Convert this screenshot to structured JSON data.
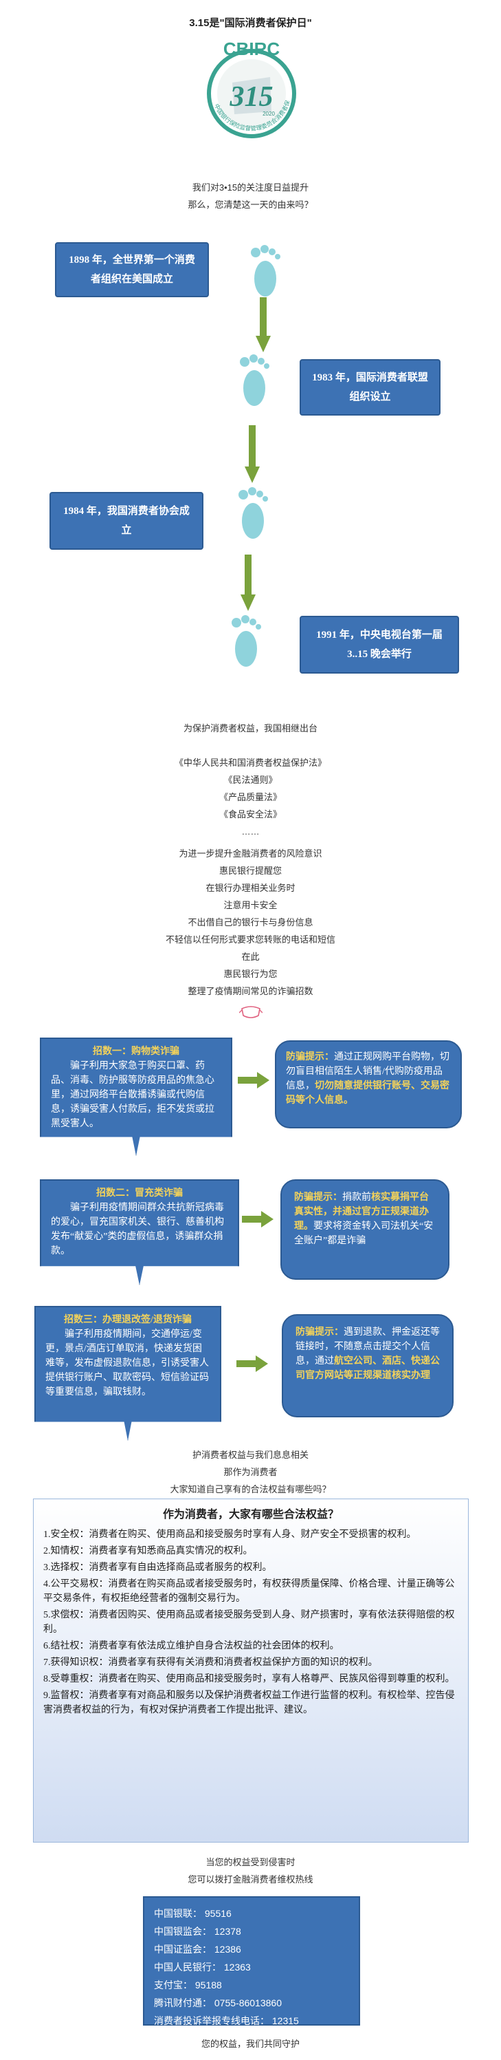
{
  "title": "3.15是\"国际消费者保护日\"",
  "logo": {
    "text": "CBIRC",
    "number": "315",
    "year": "2020",
    "ring_text": "中国银行保险监督管理委员会消费者保护局"
  },
  "intro": [
    "我们对3•15的关注度日益提升",
    "那么，您清楚这一天的由来吗？"
  ],
  "timeline": [
    {
      "text": "1898 年，全世界第一个消费者组织在美国成立"
    },
    {
      "text": "1983 年，国际消费者联盟组织设立"
    },
    {
      "text": "1984 年，我国消费者协会成立"
    },
    {
      "text": "1991 年，中央电视台第一届 3..15 晚会举行"
    }
  ],
  "laws_intro": "为保护消费者权益，我国相继出台",
  "laws": [
    "《中华人民共和国消费者权益保护法》",
    "《民法通则》",
    "《产品质量法》",
    "《食品安全法》",
    "……"
  ],
  "bank_lines": [
    "为进一步提升金融消费者的风险意识",
    "惠民银行提醒您",
    "在银行办理相关业务时",
    "注意用卡安全",
    "不出借自己的银行卡与身份信息",
    "不轻信以任何形式要求您转账的电话和短信",
    "在此",
    "惠民银行为您",
    "整理了疫情期间常见的诈骗招数"
  ],
  "scams": [
    {
      "heading": "招数一：购物类诈骗",
      "body": "骗子利用大家急于购买口罩、药品、消毒、防护服等防疫用品的焦急心里，通过网络平台散播诱骗或代购信息，诱骗受害人付款后，拒不发货或拉黑受害人。",
      "tip_heading": "防骗提示：",
      "tip_body": "通过正规网购平台购物，切勿盲目相信陌生人销售/代购防疫用品信息，",
      "tip_highlight": "切勿随意提供银行账号、交易密码等个人信息。",
      "tip_tail": ""
    },
    {
      "heading": "招数二：冒充类诈骗",
      "body": "骗子利用疫情期间群众共抗新冠病毒的爱心，冒充国家机关、银行、慈善机构发布“献爱心”类的虚假信息，诱骗群众捐款。",
      "tip_heading": "防骗提示：",
      "tip_body": "捐款前",
      "tip_highlight": "核实募捐平台真实性，并通过官方正规渠道办理。",
      "tip_tail": "要求将资金转入司法机关“安全账户”都是诈骗"
    },
    {
      "heading": "招数三：办理退改签/退货诈骗",
      "body": "骗子利用疫情期间，交通停运/变更，景点/酒店订单取消，快递发货困难等，发布虚假退款信息，引诱受害人提供银行账户、取款密码、短信验证码等重要信息，骗取钱财。",
      "tip_heading": "防骗提示：",
      "tip_body": "遇到退款、押金返还等链接时，不随意点击提交个人信息，通过",
      "tip_highlight": "航空公司、酒店、快递公司官方网站等正规渠道核实办理",
      "tip_tail": ""
    }
  ],
  "rights_intro": [
    "护消费者权益与我们息息相关",
    "那作为消费者",
    "大家知道自己享有的合法权益有哪些吗？"
  ],
  "rights": {
    "title": "作为消费者，大家有哪些合法权益？",
    "items": [
      "1.安全权：消费者在购买、使用商品和接受服务时享有人身、财产安全不受损害的权利。",
      "2.知情权：消费者享有知悉商品真实情况的权利。",
      "3.选择权：消费者享有自由选择商品或者服务的权利。",
      "4.公平交易权：消费者在购买商品或者接受服务时，有权获得质量保障、价格合理、计量正确等公平交易条件，有权拒绝经营者的强制交易行为。",
      "5.求偿权：消费者因购买、使用商品或者接受服务受到人身、财产损害时，享有依法获得赔偿的权利。",
      "6.结社权：消费者享有依法成立维护自身合法权益的社会团体的权利。",
      "7.获得知识权：消费者享有获得有关消费和消费者权益保护方面的知识的权利。",
      "8.受尊重权：消费者在购买、使用商品和接受服务时，享有人格尊严、民族风俗得到尊重的权利。",
      "9.监督权：消费者享有对商品和服务以及保护消费者权益工作进行监督的权利。有权检举、控告侵害消费者权益的行为，有权对保护消费者工作提出批评、建议。"
    ]
  },
  "hotline_intro": [
    "当您的权益受到侵害时",
    "您可以拨打金融消费者维权热线"
  ],
  "hotlines": [
    "中国银联：  95516",
    "中国银监会：  12378",
    "中国证监会：  12386",
    "中国人民银行：  12363",
    "支付宝：  95188",
    "腾讯财付通：  0755-86013860",
    "消费者投诉举报专线电话：  12315"
  ],
  "closing": "您的权益，我们共同守护",
  "colors": {
    "box_blue": "#3d72b4",
    "highlight": "#f3d25a",
    "arrow_green": "#7aa23c",
    "foot": "#8fd3dc",
    "logo_green": "#3aa391"
  }
}
